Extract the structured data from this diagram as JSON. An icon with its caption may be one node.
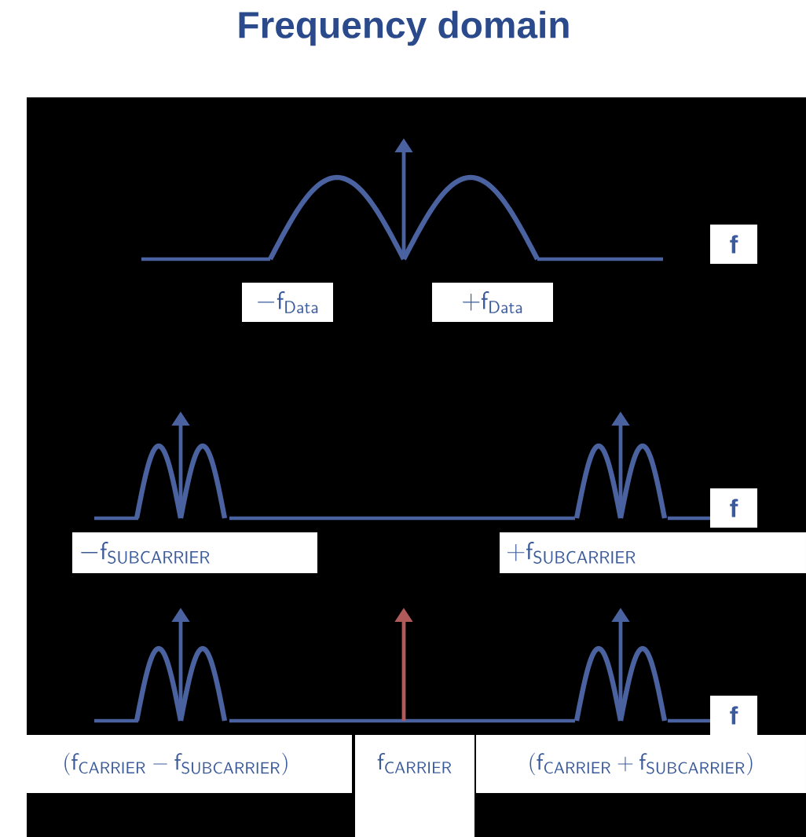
{
  "diagram": {
    "title": "Frequency domain",
    "labels": [
      "f",
      "-\\mathsf{f}_{\\mathsf{Data}}",
      "+\\mathsf{f}_{\\mathsf{Data}}",
      "f",
      "-\\mathsf{f}_{\\mathsf{SUBCARRIER}}",
      "+\\mathsf{f}_{\\mathsf{SUBCARRIER}}",
      "f",
      "(\\mathsf{f}_{\\mathsf{CARRIER}}-\\mathsf{f}_{\\mathsf{SUBCARRIER}})",
      "\\mathsf{f}_{\\mathsf{CARRIER}}",
      "(\\mathsf{f}_{\\mathsf{CARRIER}}+\\mathsf{f}_{\\mathsf{SUBCARRIER}})"
    ]
  }
}
